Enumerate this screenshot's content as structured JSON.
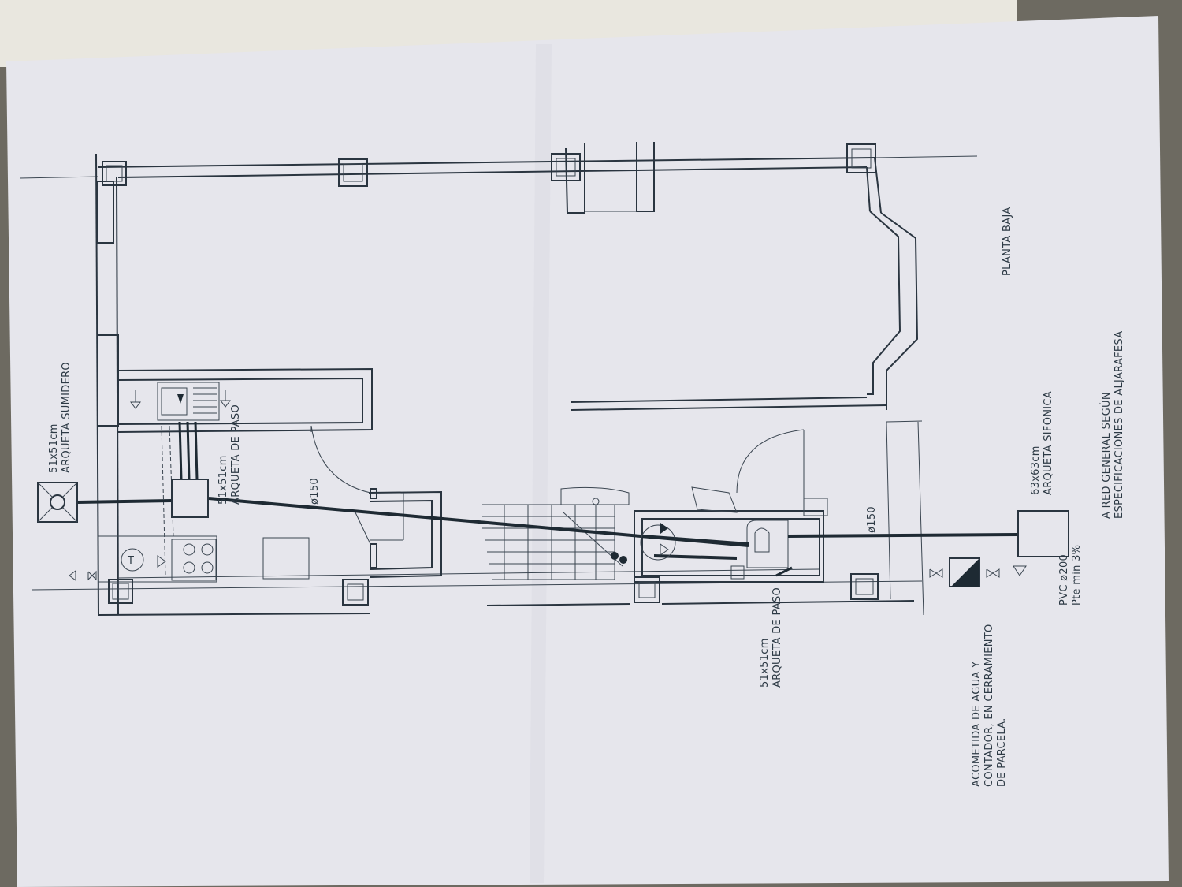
{
  "title": "PLANTA BAJA",
  "labels": {
    "sumidero": {
      "size": "51x51cm",
      "name": "ARQUETA SUMIDERO"
    },
    "paso_top": {
      "size": "51x51cm",
      "name": "ARQUETA DE PASO"
    },
    "diam_1": "ø150",
    "diam_2": "ø150",
    "paso_bottom": {
      "size": "51x51cm",
      "name": "ARQUETA DE PASO"
    },
    "sifonica": {
      "size": "63x63cm",
      "name": "ARQUETA SIFONICA"
    },
    "red": [
      "A RED GENERAL SEGÚN",
      "ESPECIFICACIONES DE ALJARAFESA"
    ],
    "pvc": [
      "PVC ø200",
      "Pte min 3%"
    ],
    "acometida": [
      "ACOMETIDA DE AGUA Y",
      "CONTADOR, EN CERRAMIENTO",
      "DE PARCELA."
    ]
  },
  "colors": {
    "paper": "#e6e6ec",
    "line": "#2a3540",
    "background": "#6f6c63"
  }
}
